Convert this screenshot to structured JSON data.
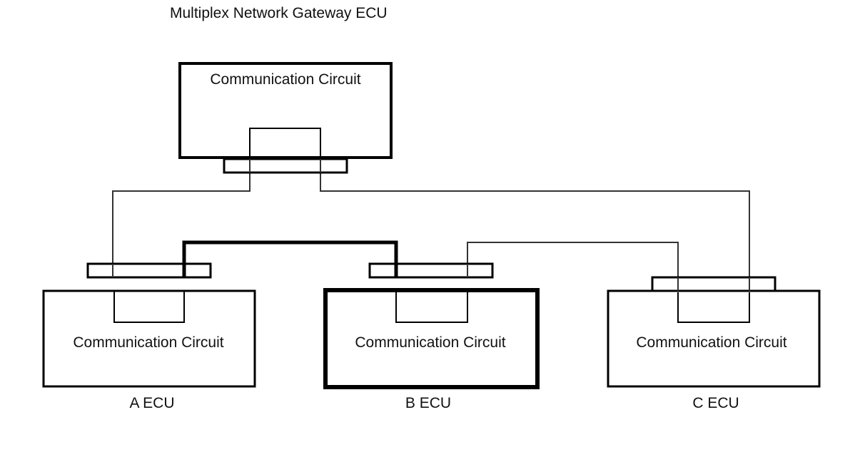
{
  "title": "Multiplex Network Gateway ECU",
  "gateway": {
    "circuit_label": "Communication Circuit"
  },
  "ecus": [
    {
      "circuit_label": "Communication Circuit",
      "name": "A ECU"
    },
    {
      "circuit_label": "Communication Circuit",
      "name": "B ECU"
    },
    {
      "circuit_label": "Communication Circuit",
      "name": "C ECU"
    }
  ]
}
